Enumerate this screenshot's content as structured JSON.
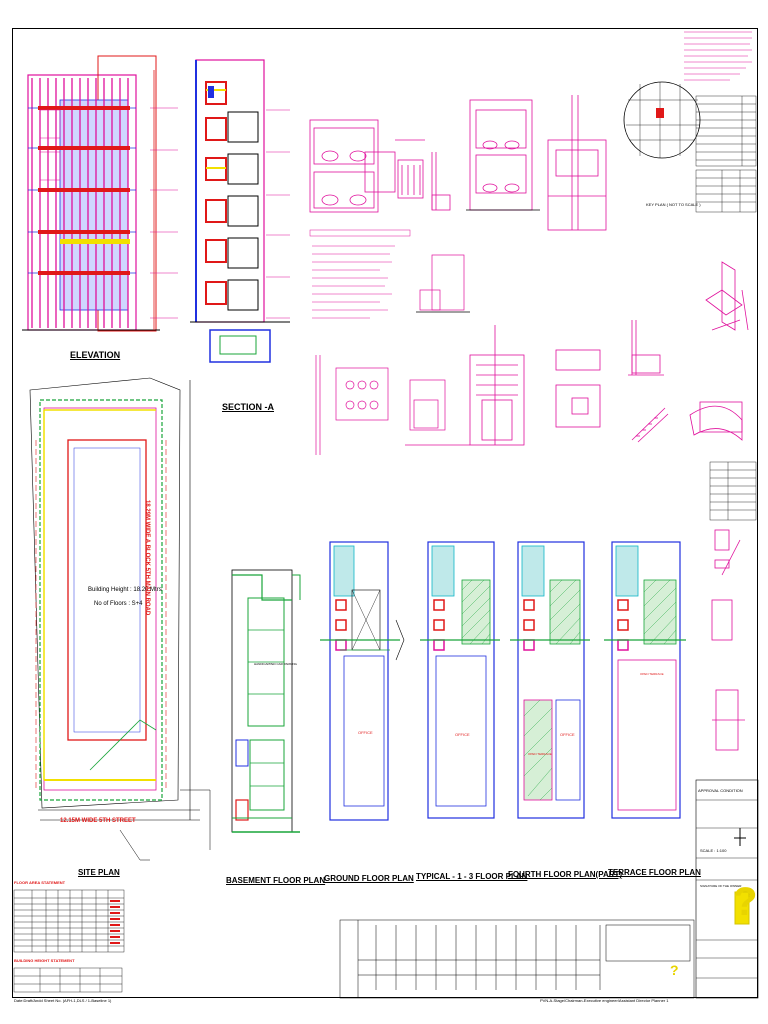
{
  "drawings": {
    "elevation": "ELEVATION",
    "section": "SECTION -A",
    "site_plan": "SITE PLAN",
    "basement": "BASEMENT FLOOR PLAN",
    "ground": "GROUND FLOOR PLAN",
    "typical": "TYPICAL - 1 - 3 FLOOR PLAN",
    "fourth": "FOURTH FLOOR PLAN(PART)",
    "terrace": "TERRACE FLOOR PLAN",
    "key_plan": "KEY PLAN ( NOT TO SCALE )"
  },
  "site": {
    "building_height": "Building Height : 18.20 Mtrs",
    "floors": "No of Floors : S+4",
    "street": "12.15M WIDE 5TH STREET",
    "road": "18.29M WIDE A BLOCK 5TH MAIN ROAD"
  },
  "rooms": {
    "office": "OFFICE",
    "open_terrace": "OPEN TERRACE",
    "handicapped": "HANDICAPPED CAR PARKING"
  },
  "titleblock": {
    "approval": "APPROVAL CONDITION",
    "scale": "SCALE : 1:100",
    "signature": "SIGNATURE OF THE OWNER",
    "question_mark": "?"
  },
  "tables": {
    "floor_area": "FLOOR AREA STATEMENT",
    "building_height_table": "BUILDING HEIGHT STATEMENT"
  },
  "footer": {
    "left": "Date:Draft/Andd Sheet No. (AFH-1,DLS / 1-Baseline 1)",
    "right": "PVN-A-Stage/Chairman-Executive engineer/Assistant Director Planner 1"
  },
  "colors": {
    "magenta": "#e0109c",
    "red": "#e01818",
    "blue": "#2030e0",
    "green": "#19a53a",
    "cyan": "#10b6c8",
    "yellow": "#f2e000",
    "olive": "#7a8a18"
  }
}
